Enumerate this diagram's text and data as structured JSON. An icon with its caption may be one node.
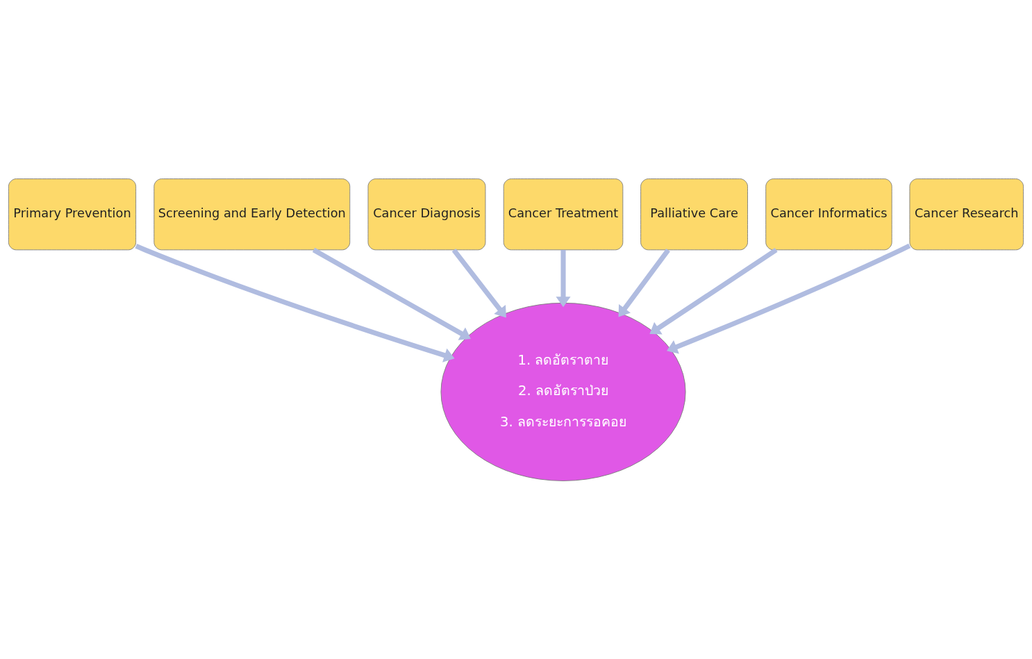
{
  "diagram": {
    "nodes": [
      {
        "text": [
          "Primary Prevention"
        ]
      },
      {
        "text": [
          "Screening and Early Detection"
        ]
      },
      {
        "text": [
          "Cancer Diagnosis"
        ]
      },
      {
        "text": [
          "Cancer Treatment"
        ]
      },
      {
        "text": [
          "Palliative Care"
        ]
      },
      {
        "text": [
          "Cancer Informatics"
        ]
      },
      {
        "text": [
          "Cancer Research"
        ]
      },
      {
        "text": [
          "1. ลดอัตราตาย",
          "2. ลดอัตราป่วย",
          "3. ลดระยะการรอคอย"
        ]
      }
    ],
    "edges": [
      {
        "from": 0,
        "to": 7,
        "arrow": "to"
      },
      {
        "from": 1,
        "to": 7,
        "arrow": "to"
      },
      {
        "from": 2,
        "to": 7,
        "arrow": "to"
      },
      {
        "from": 3,
        "to": 7,
        "arrow": "to"
      },
      {
        "from": 4,
        "to": 7,
        "arrow": "to"
      },
      {
        "from": 5,
        "to": 7,
        "arrow": "to"
      },
      {
        "from": 6,
        "to": 7,
        "arrow": "to"
      }
    ]
  }
}
